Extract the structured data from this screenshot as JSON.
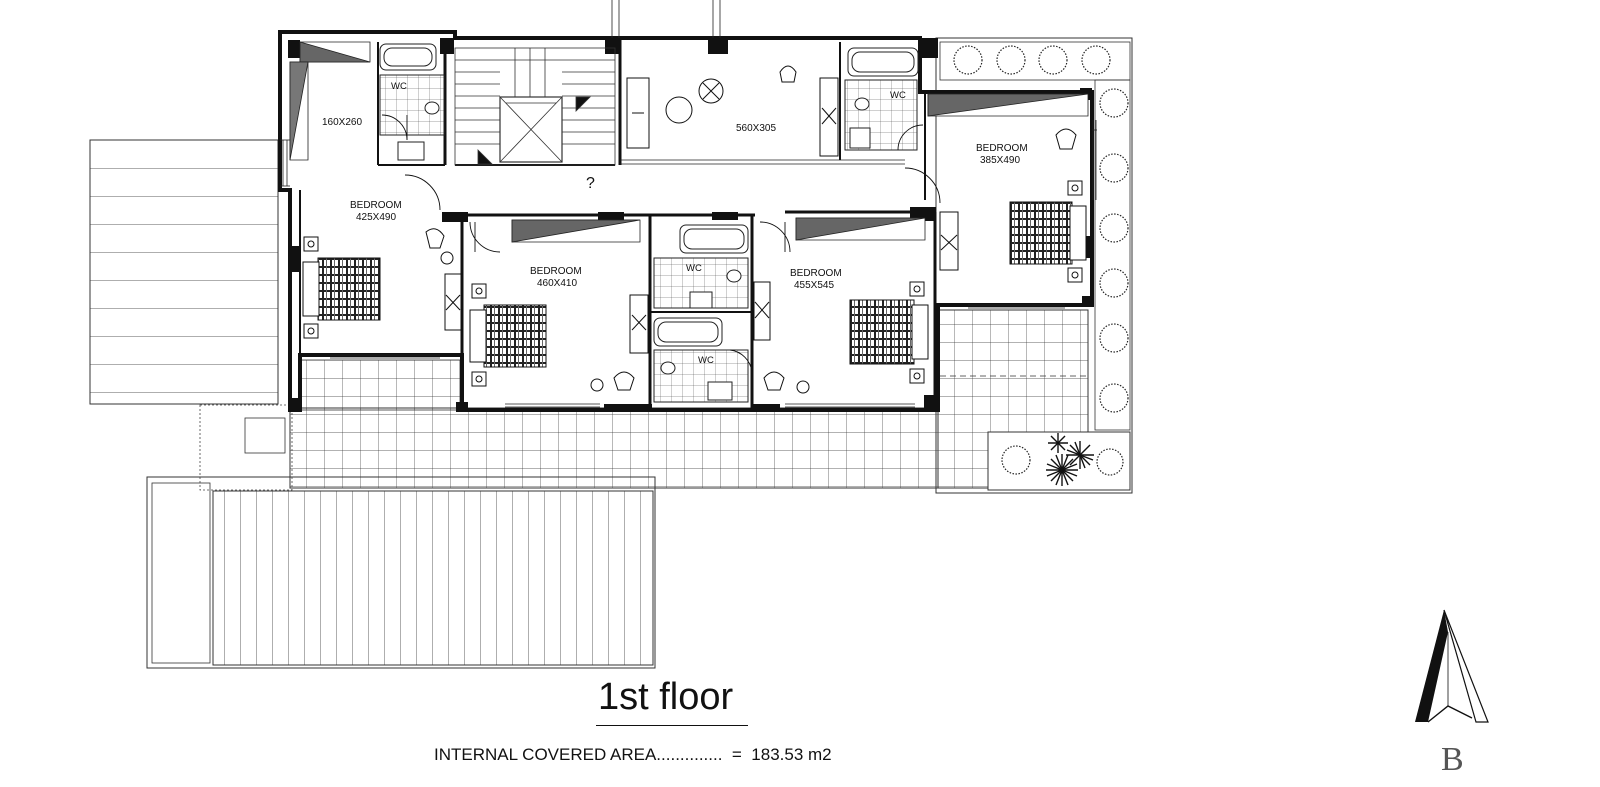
{
  "title": "1st floor",
  "area": {
    "label": "INTERNAL COVERED AREA..............",
    "equals": "=",
    "value": "183.53 m2"
  },
  "rooms": {
    "room_160": "160X260",
    "bedroom_a_name": "BEDROOM",
    "bedroom_a_size": "425X490",
    "hall_size": "560X305",
    "hall_mark": "?",
    "bedroom_b_name": "BEDROOM",
    "bedroom_b_size": "460X410",
    "bedroom_c_name": "BEDROOM",
    "bedroom_c_size": "455X545",
    "bedroom_d_name": "BEDROOM",
    "bedroom_d_size": "385X490",
    "wc1": "WC",
    "wc2": "WC",
    "wc3": "WC",
    "wc4": "WC"
  },
  "logo_letter": "B"
}
